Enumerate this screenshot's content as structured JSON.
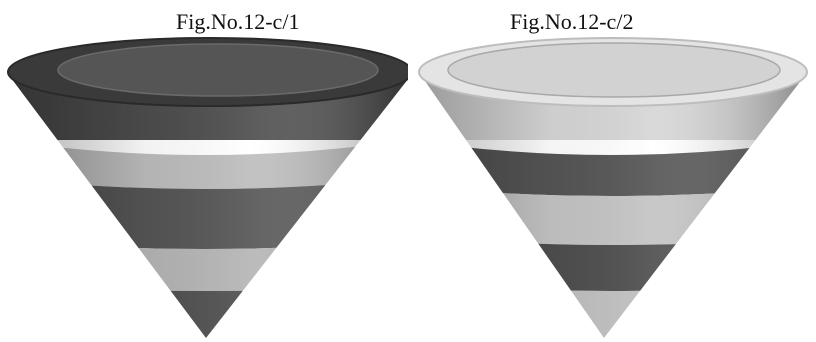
{
  "figures": [
    {
      "caption": "Fig.No.12-c/1",
      "top_band": "dark",
      "bands": [
        "dark",
        "light",
        "dark",
        "light",
        "dark"
      ]
    },
    {
      "caption": "Fig.No.12-c/2",
      "top_band": "light",
      "bands": [
        "light",
        "dark",
        "light",
        "dark",
        "light"
      ]
    }
  ],
  "colors": {
    "dark": "#4a4a4a",
    "light": "#c8c8c8",
    "background": "#ffffff"
  }
}
